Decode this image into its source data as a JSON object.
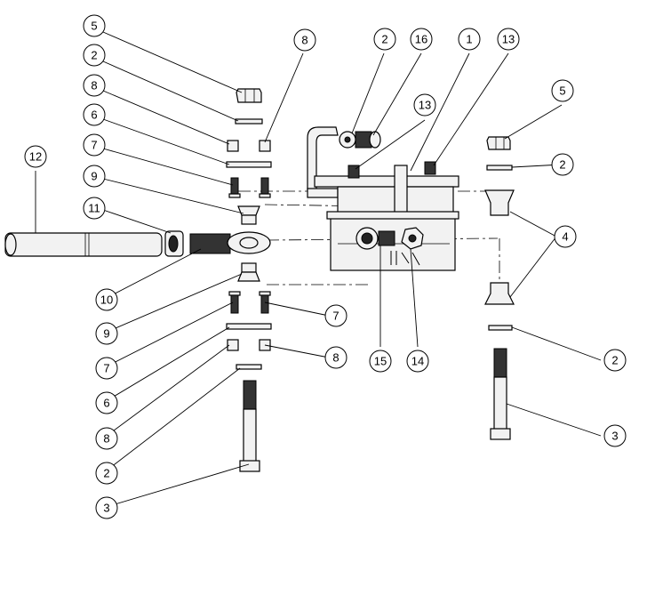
{
  "diagram": {
    "type": "exploded-assembly",
    "callouts": [
      {
        "label": "5"
      },
      {
        "label": "2"
      },
      {
        "label": "8"
      },
      {
        "label": "6"
      },
      {
        "label": "7"
      },
      {
        "label": "9"
      },
      {
        "label": "11"
      },
      {
        "label": "12"
      },
      {
        "label": "10"
      },
      {
        "label": "9"
      },
      {
        "label": "7"
      },
      {
        "label": "6"
      },
      {
        "label": "8"
      },
      {
        "label": "2"
      },
      {
        "label": "3"
      },
      {
        "label": "8"
      },
      {
        "label": "2"
      },
      {
        "label": "16"
      },
      {
        "label": "1"
      },
      {
        "label": "13"
      },
      {
        "label": "13"
      },
      {
        "label": "5"
      },
      {
        "label": "2"
      },
      {
        "label": "4"
      },
      {
        "label": "7"
      },
      {
        "label": "8"
      },
      {
        "label": "15"
      },
      {
        "label": "14"
      },
      {
        "label": "2"
      },
      {
        "label": "3"
      }
    ]
  }
}
